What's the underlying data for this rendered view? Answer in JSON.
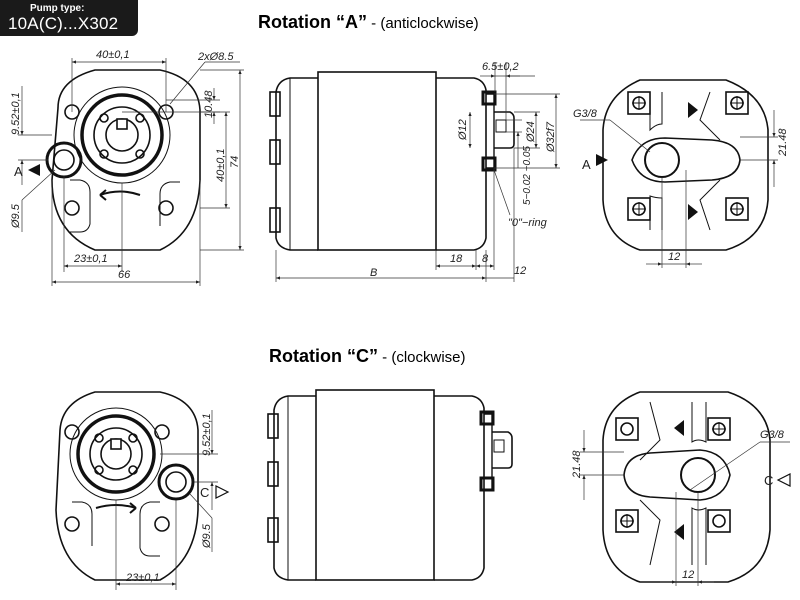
{
  "badge": {
    "label": "Pump type:",
    "value": "10A(C)...X302"
  },
  "rotation_a": {
    "title": "Rotation “A”",
    "subtitle": "- (anticlockwise)",
    "port": "A"
  },
  "rotation_c": {
    "title": "Rotation “C”",
    "subtitle": "- (clockwise)",
    "port": "C"
  },
  "dimensions": {
    "bolt_span": "40±0,1",
    "bolt_holes": "2xØ8.5",
    "top_offset": "10.48",
    "port_offset": "9.52±0,1",
    "bolt_vertical": "40±0,1",
    "height": "74",
    "port_dia": "Ø9.5",
    "port_x": "23±0,1",
    "width": "66",
    "key_width": "6.5±0,2",
    "shaft_dia": "Ø12",
    "pilot_dia": "Ø24",
    "spigot_dia": "Ø32f7",
    "shaft_tol": "5−0.02 −0.05",
    "o_ring": "\"0\"−ring",
    "body_len": "B",
    "flange_len": "18",
    "spigot_len": "8",
    "shaft_len": "12",
    "thread": "G3/8",
    "rear_offset": "21.48",
    "rear_x": "12"
  },
  "colors": {
    "line": "#111111",
    "dim": "#333333",
    "badge_bg": "#1a1a1a"
  }
}
